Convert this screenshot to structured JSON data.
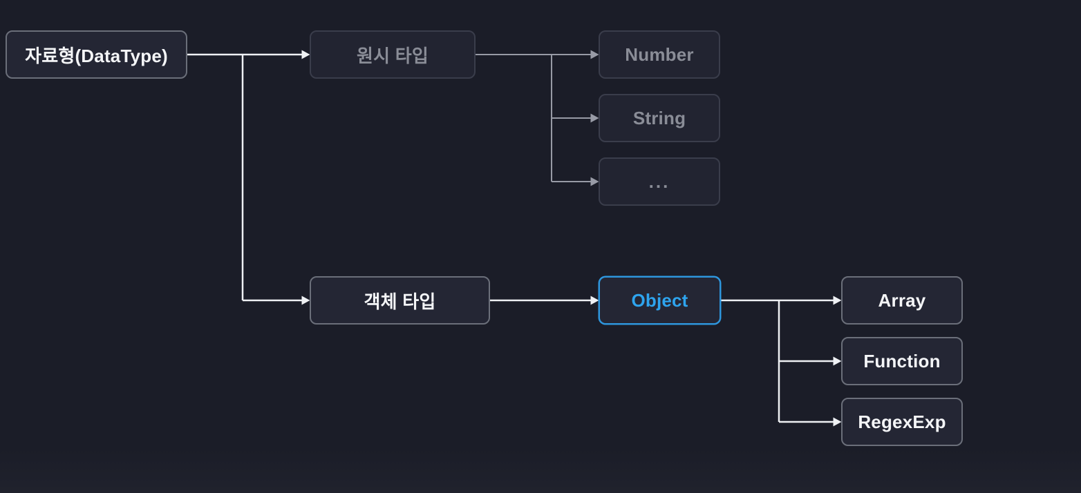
{
  "diagram": {
    "description": "JavaScript data type hierarchy diagram",
    "nodes": {
      "root": {
        "label": "자료형(DataType)",
        "state": "bright"
      },
      "primitive": {
        "label": "원시 타입",
        "state": "dim"
      },
      "number": {
        "label": "Number",
        "state": "dim"
      },
      "string": {
        "label": "String",
        "state": "dim"
      },
      "ellipsis": {
        "label": "...",
        "state": "dim"
      },
      "object_type": {
        "label": "객체 타입",
        "state": "bright"
      },
      "object": {
        "label": "Object",
        "state": "accent"
      },
      "array": {
        "label": "Array",
        "state": "bright"
      },
      "function": {
        "label": "Function",
        "state": "bright"
      },
      "regexexp": {
        "label": "RegexExp",
        "state": "bright"
      }
    },
    "edges": [
      {
        "from": "자료형(DataType)",
        "to": "원시 타입",
        "style": "bright"
      },
      {
        "from": "자료형(DataType)",
        "to": "객체 타입",
        "style": "bright"
      },
      {
        "from": "원시 타입",
        "to": "Number",
        "style": "dim"
      },
      {
        "from": "원시 타입",
        "to": "String",
        "style": "dim"
      },
      {
        "from": "원시 타입",
        "to": "...",
        "style": "dim"
      },
      {
        "from": "객체 타입",
        "to": "Object",
        "style": "bright"
      },
      {
        "from": "Object",
        "to": "Array",
        "style": "bright"
      },
      {
        "from": "Object",
        "to": "Function",
        "style": "bright"
      },
      {
        "from": "Object",
        "to": "RegexExp",
        "style": "bright"
      }
    ],
    "colors": {
      "background": "#1b1d28",
      "node_fill": "#242634",
      "node_border_bright": "#6b6f7a",
      "node_border_dim": "#3a3d4b",
      "text_bright": "#f4f5f7",
      "text_dim": "#8a8d97",
      "accent_blue": "#2ea4ee",
      "line_bright": "#eff1f4",
      "line_dim": "#989ba6"
    }
  }
}
